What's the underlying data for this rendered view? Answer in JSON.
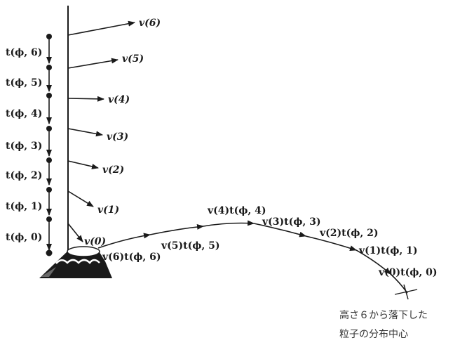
{
  "diagram": {
    "v_labels": [
      "v(6)",
      "v(5)",
      "v(4)",
      "v(3)",
      "v(2)",
      "v(1)",
      "v(0)"
    ],
    "t_labels": [
      "t(ϕ, 6)",
      "t(ϕ, 5)",
      "t(ϕ, 4)",
      "t(ϕ, 3)",
      "t(ϕ, 2)",
      "t(ϕ, 1)",
      "t(ϕ, 0)"
    ],
    "path_labels": [
      "v(6)t(ϕ, 6)",
      "v(5)t(ϕ, 5)",
      "v(4)t(ϕ, 4)",
      "v(3)t(ϕ, 3)",
      "v(2)t(ϕ, 2)",
      "v(1)t(ϕ, 1)",
      "v(0)t(ϕ, 0)"
    ],
    "caption_line1": "高さ６から落下した",
    "caption_line2": "粒子の分布中心"
  }
}
